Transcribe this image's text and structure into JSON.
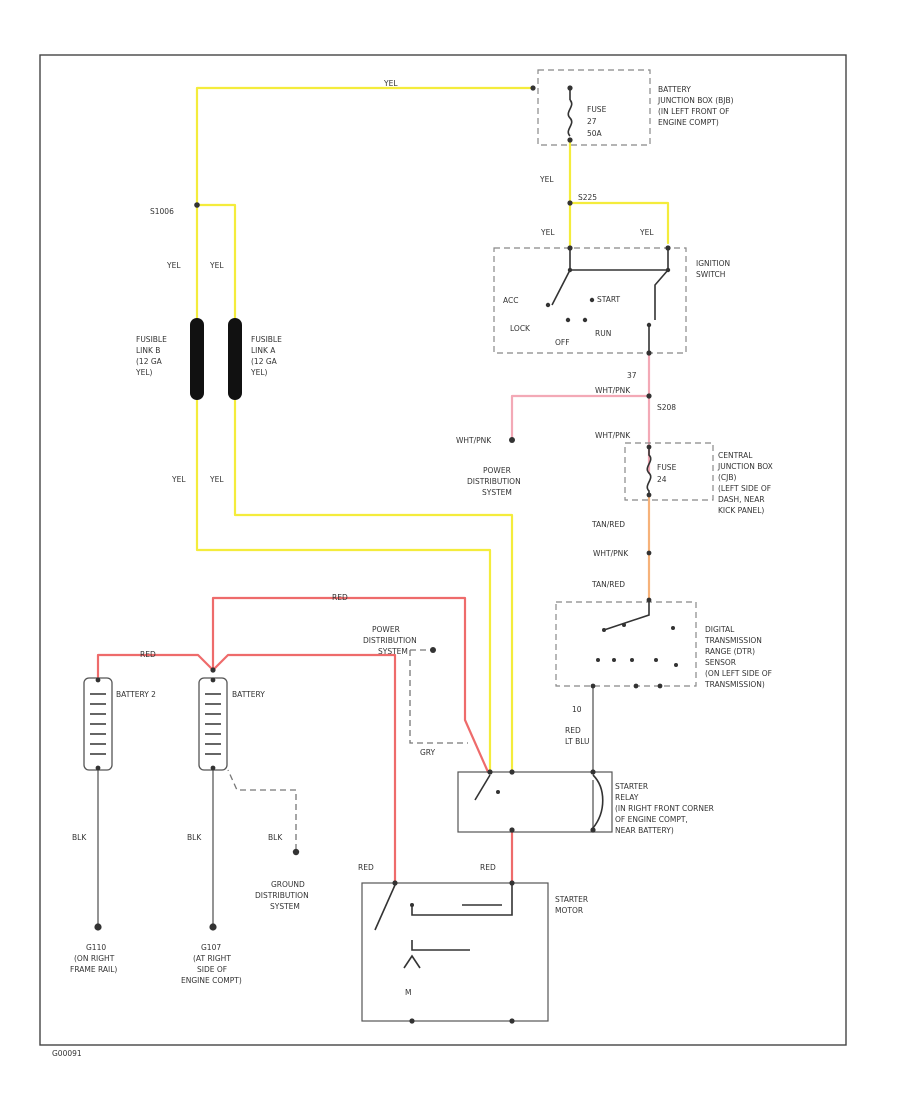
{
  "colors": {
    "yellow": "#f4ec3c",
    "red": "#ee6b6b",
    "pink": "#f3a9b6",
    "orange": "#f6b27a",
    "gray": "#888888"
  },
  "wires": {
    "yel": "YEL",
    "red": "RED",
    "blk": "BLK",
    "gry": "GRY",
    "red_lt_blu": [
      "RED",
      "LT BLU"
    ],
    "tan_red": "TAN/RED",
    "wht_pnk": "WHT/PNK",
    "s_top_right": "S225"
  },
  "battery_junction_box": {
    "lines": [
      "BATTERY",
      "JUNCTION BOX (BJB)",
      "(IN LEFT FRONT OF",
      "ENGINE COMPT)"
    ],
    "fuse": [
      "FUSE",
      "27",
      "50A"
    ]
  },
  "ignition_switch": {
    "label": [
      "IGNITION",
      "SWITCH"
    ],
    "positions": {
      "acc": "ACC",
      "start": "START",
      "lock": "LOCK",
      "run": "RUN",
      "off": "OFF"
    },
    "circuit": "37",
    "splice": "S208"
  },
  "splice_left": "S1006",
  "fusible_link_b": [
    "FUSIBLE",
    "LINK B",
    "(12 GA",
    "YEL)"
  ],
  "fusible_link_a": [
    "FUSIBLE",
    "LINK A",
    "(12 GA",
    "YEL)"
  ],
  "power_distribution_1": [
    "POWER",
    "DISTRIBUTION",
    "SYSTEM"
  ],
  "power_distribution_2": [
    "POWER",
    "DISTRIBUTION",
    "SYSTEM"
  ],
  "central_junction_box": {
    "lines": [
      "CENTRAL",
      "JUNCTION BOX",
      "(CJB)",
      "(LEFT SIDE OF",
      "DASH, NEAR",
      "KICK PANEL)"
    ],
    "fuse": [
      "FUSE",
      "24"
    ]
  },
  "digital_tr_sensor": {
    "lines": [
      "DIGITAL",
      "TRANSMISSION",
      "RANGE (DTR)",
      "SENSOR",
      "(ON LEFT SIDE OF",
      "TRANSMISSION)"
    ],
    "circuit": "10"
  },
  "battery2": "BATTERY 2",
  "battery1": "BATTERY",
  "starter_relay": [
    "STARTER",
    "RELAY",
    "(IN RIGHT FRONT CORNER",
    "OF ENGINE COMPT,",
    "NEAR BATTERY)"
  ],
  "starter_motor": [
    "STARTER",
    "MOTOR"
  ],
  "ground_distribution": [
    "GROUND",
    "DISTRIBUTION",
    "SYSTEM"
  ],
  "ground_g110": [
    "G110",
    "(ON RIGHT",
    "FRAME RAIL)"
  ],
  "ground_g107": [
    "G107",
    "(AT RIGHT",
    "SIDE OF",
    "ENGINE COMPT)"
  ],
  "motor_m": "M",
  "diagram_id": "G00091"
}
